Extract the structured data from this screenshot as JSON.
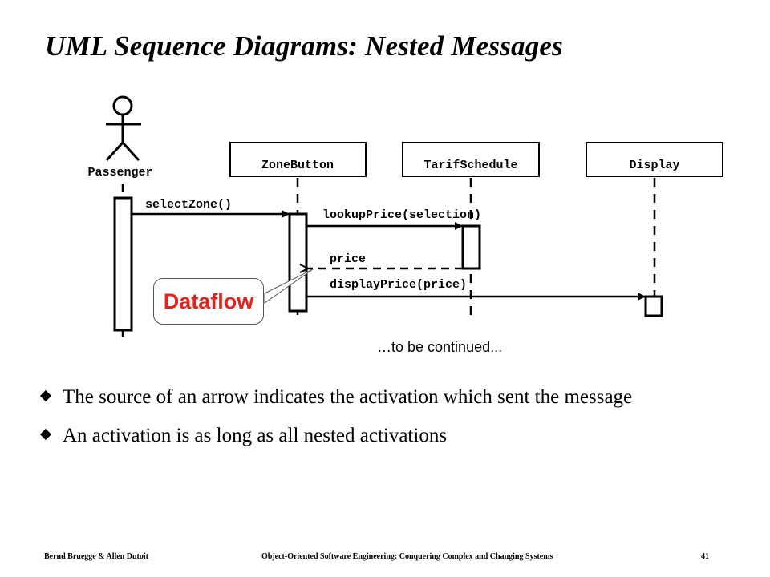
{
  "slide": {
    "title": "UML Sequence Diagrams: Nested Messages"
  },
  "diagram": {
    "actor": "Passenger",
    "objects": [
      "ZoneButton",
      "TarifSchedule",
      "Display"
    ],
    "messages": {
      "select_zone": "selectZone()",
      "lookup_price": "lookupPrice(selection)",
      "price": "price",
      "display_price": "displayPrice(price)"
    },
    "callout": "Dataflow",
    "callout_color": "#e8211b",
    "continued": "…to be continued..."
  },
  "bullets": [
    "The source of an arrow indicates the activation which sent the message",
    "An activation is as long as all nested activations"
  ],
  "footer": {
    "left": "Bernd Bruegge & Allen Dutoit",
    "center": "Object-Oriented Software Engineering: Conquering Complex and Changing Systems",
    "page": "41"
  }
}
